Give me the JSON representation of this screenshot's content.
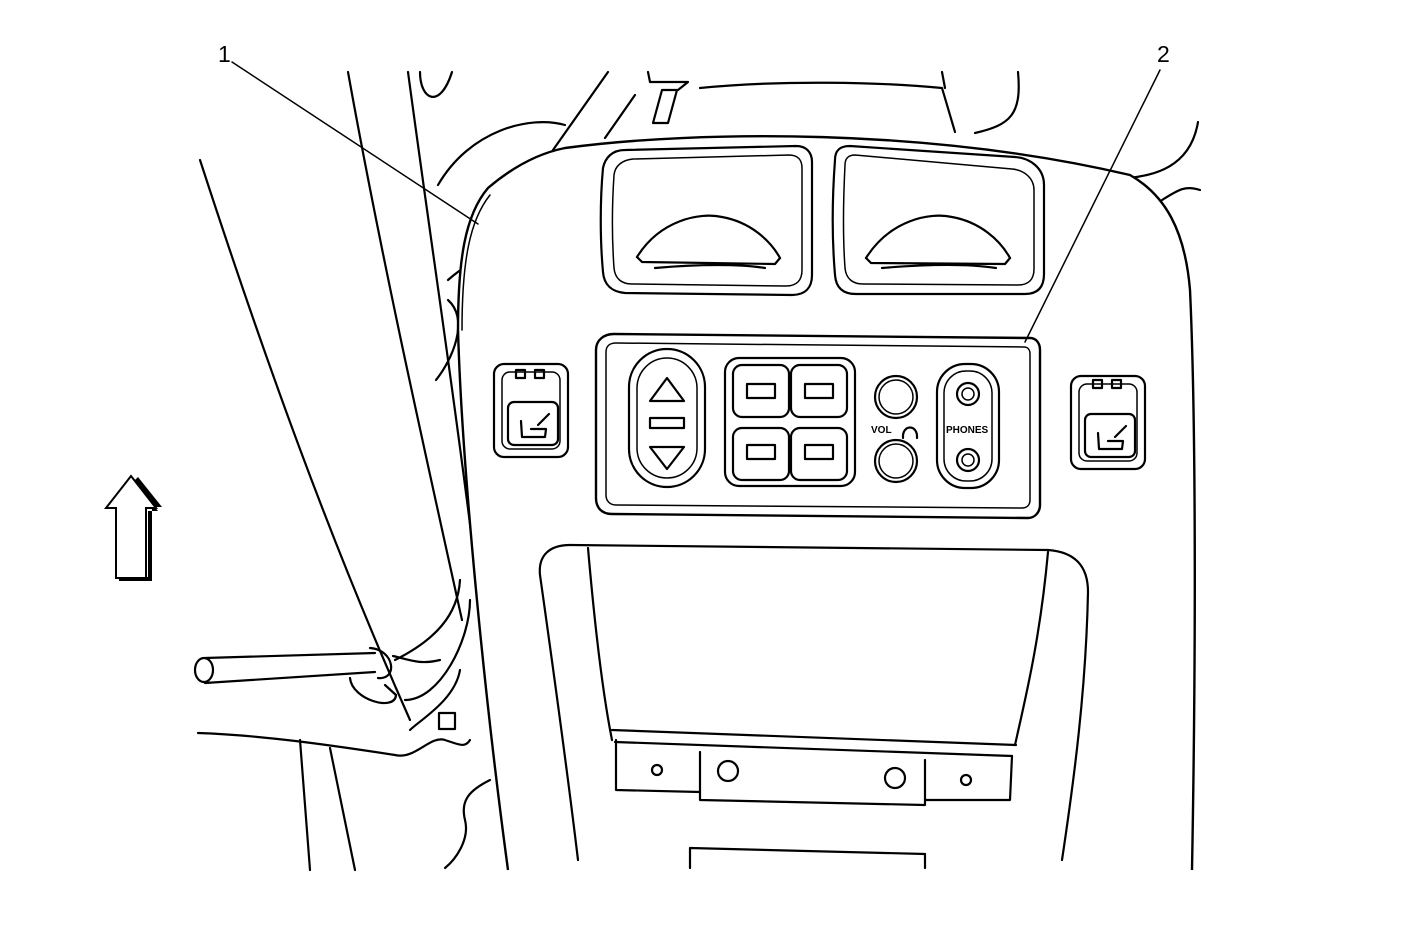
{
  "callouts": {
    "c1": "1",
    "c2": "2"
  },
  "labels": {
    "vol": "VOL",
    "phones": "PHONES"
  },
  "icons": {
    "forward_arrow": "forward-direction-arrow-icon",
    "seat_heater": "heated-seat-icon",
    "headphone": "headphone-icon"
  }
}
